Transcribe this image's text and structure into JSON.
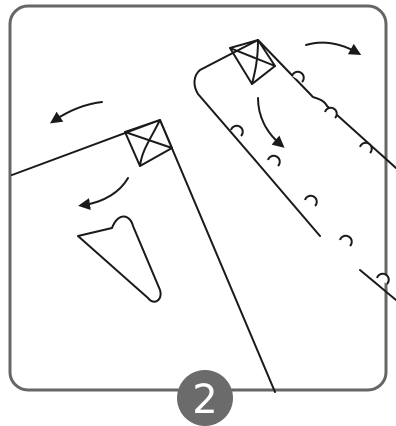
{
  "step": {
    "number": "2"
  },
  "colors": {
    "frame": "#666666",
    "line": "#1a1a1a",
    "badge": "#6b6b6b",
    "badge_text": "#ffffff",
    "background": "#ffffff"
  },
  "parts": {
    "left_panel": "sheet-with-corner-tab",
    "right_panel": "strip-with-notched-edge",
    "loose_piece": "triangular-corner-piece"
  },
  "arrows": [
    {
      "name": "rotate-left-arrow",
      "direction": "counter-clockwise"
    },
    {
      "name": "pull-down-left-arrow",
      "direction": "down-left"
    },
    {
      "name": "rotate-right-arrow",
      "direction": "clockwise"
    },
    {
      "name": "pull-down-right-arrow",
      "direction": "down-right"
    }
  ]
}
